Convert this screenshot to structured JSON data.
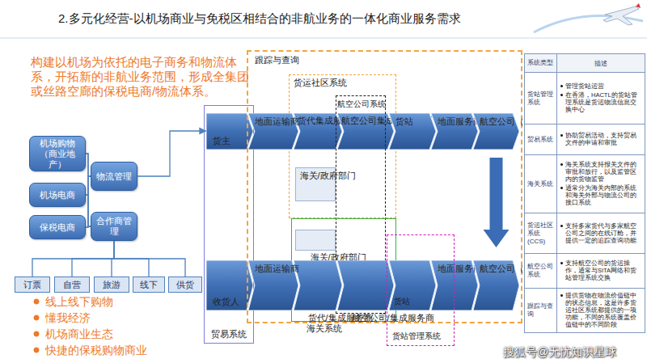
{
  "diagram": {
    "title": "2.多元化经营-以机场商业与免税区相结合的非航业务的一体化商业服务需求",
    "nodes": [
      {
        "text": [
          "机场购物（商业地产）"
        ]
      },
      {
        "text": [
          "机场电商"
        ]
      },
      {
        "text": [
          "保税电商"
        ]
      },
      {
        "text": [
          "物流管理"
        ]
      },
      {
        "text": [
          "合作商管理"
        ]
      },
      {
        "text": [
          "订票"
        ]
      },
      {
        "text": [
          "自营"
        ]
      },
      {
        "text": [
          "旅游"
        ]
      },
      {
        "text": [
          "线下"
        ]
      },
      {
        "text": [
          "供货"
        ]
      },
      {
        "text": [
          "贸易系统"
        ]
      },
      {
        "text": [
          "货主"
        ],
        "in": 10
      },
      {
        "text": [
          "收货人"
        ],
        "in": 10
      },
      {
        "text": [
          "跟踪与查询"
        ]
      },
      {
        "text": [
          "货运社区系统"
        ],
        "in": 13
      },
      {
        "text": [
          "航空公司系统"
        ],
        "in": 13
      },
      {
        "text": [
          "海关系统"
        ],
        "in": 13
      },
      {
        "text": [
          "地面运输商"
        ],
        "in": 13
      },
      {
        "text": [
          "货代集成服务商"
        ],
        "in": 14
      },
      {
        "text": [
          "航空公司集成服务商（飞机）"
        ],
        "in": 14
      },
      {
        "text": [
          "货站"
        ],
        "in": 13
      },
      {
        "text": [
          "地面服务商"
        ],
        "in": 13
      },
      {
        "text": [
          "航空公司（飞机）"
        ],
        "in": 13
      },
      {
        "text": [
          "海关/政府部门"
        ],
        "in": 14
      },
      {
        "text": [
          "海关/政府部门"
        ],
        "in": 16
      },
      {
        "text": [
          "地面运输商"
        ],
        "in": 13
      },
      {
        "text": [
          "货代/集成服务商"
        ],
        "in": 16
      },
      {
        "text": [
          "航空公司/集成服务商"
        ],
        "in": 16
      },
      {
        "text": [
          "地面服务商"
        ],
        "in": 13
      },
      {
        "text": [
          "航空公司（飞机）"
        ],
        "in": 13
      },
      {
        "text": [
          "货站管理系统"
        ]
      },
      {
        "text": [
          "货站"
        ],
        "in": 30
      }
    ],
    "edges": [
      {
        "from": 0,
        "to": 3,
        "arrow": "none"
      },
      {
        "from": 0,
        "to": 4,
        "arrow": "none"
      },
      {
        "from": 1,
        "to": 3,
        "arrow": "none"
      },
      {
        "from": 1,
        "to": 4,
        "arrow": "none"
      },
      {
        "from": 2,
        "to": 3,
        "arrow": "none"
      },
      {
        "from": 2,
        "to": 4,
        "arrow": "none"
      },
      {
        "from": 3,
        "to": 11,
        "arrow": "to"
      },
      {
        "from": 4,
        "to": 5,
        "arrow": "none"
      },
      {
        "from": 4,
        "to": 6,
        "arrow": "none"
      },
      {
        "from": 4,
        "to": 7,
        "arrow": "none"
      },
      {
        "from": 4,
        "to": 8,
        "arrow": "none"
      },
      {
        "from": 4,
        "to": 9,
        "arrow": "none"
      },
      {
        "from": 22,
        "to": 29,
        "arrow": "to"
      }
    ],
    "labels": [
      "构建以机场为依托的电子商务和物流体系，开拓新的非航业务范围，形成全集团或丝路空廊的保税电商/物流体系。",
      "线上线下购物",
      "懂我经济",
      "机场商业生态",
      "快捷的保税购物商业",
      "系统类型",
      "描述",
      "货站管理系统",
      "管理货站运营",
      "在香港，HACTL的货站管理系统是货运物流信息交换中心",
      "贸易系统",
      "协助贸易活动，支持贸易文件的申请和审批",
      "海关系统",
      "海关系统支持报关文件的审批和放行，以及监管区内的货物监管",
      "通常分为海关内部的系统和海关外部与物流公司的接口系统",
      "货运社区系统(CCS)",
      "支持多家货代与多家航空公司之间的在线订舱，并提供一定的追踪查询功能",
      "航空公司系统",
      "支持航空公司的货运操作，通常与SITA网络和货站管理系统交换",
      "跟踪与查询",
      "提供货物在物流价值链中的状态信息，这是许多货运社区系统都提供的一项功能，不同的系统覆盖价值链中的不同阶段",
      "搜狐号@无忧知识星球"
    ]
  }
}
